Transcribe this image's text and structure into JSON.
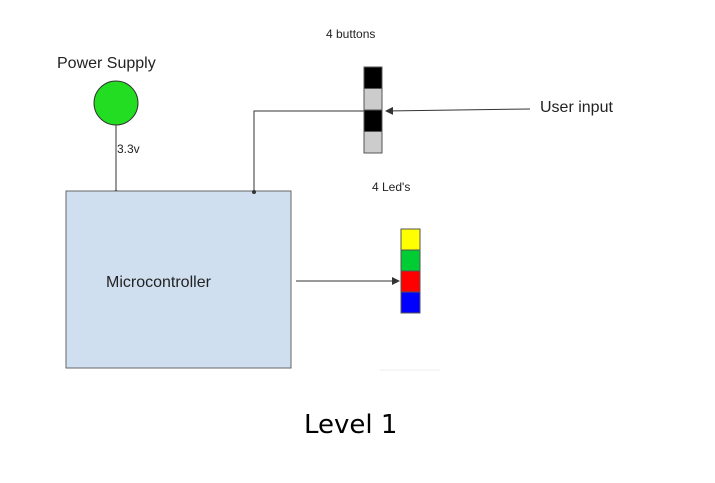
{
  "diagram": {
    "power_supply": {
      "label": "Power Supply",
      "voltage_label": "3.3v",
      "color": "#22dd22"
    },
    "buttons": {
      "label": "4 buttons",
      "colors": [
        "#000000",
        "#cccccc",
        "#000000",
        "#cccccc"
      ]
    },
    "user_input": {
      "label": "User input"
    },
    "leds": {
      "label": "4 Led's",
      "colors": [
        "#ffff00",
        "#00cc33",
        "#ff0000",
        "#0000ff"
      ]
    },
    "microcontroller": {
      "label": "Microcontroller",
      "fill": "#cfdff0",
      "stroke": "#666666"
    },
    "caption": "Level 1"
  }
}
